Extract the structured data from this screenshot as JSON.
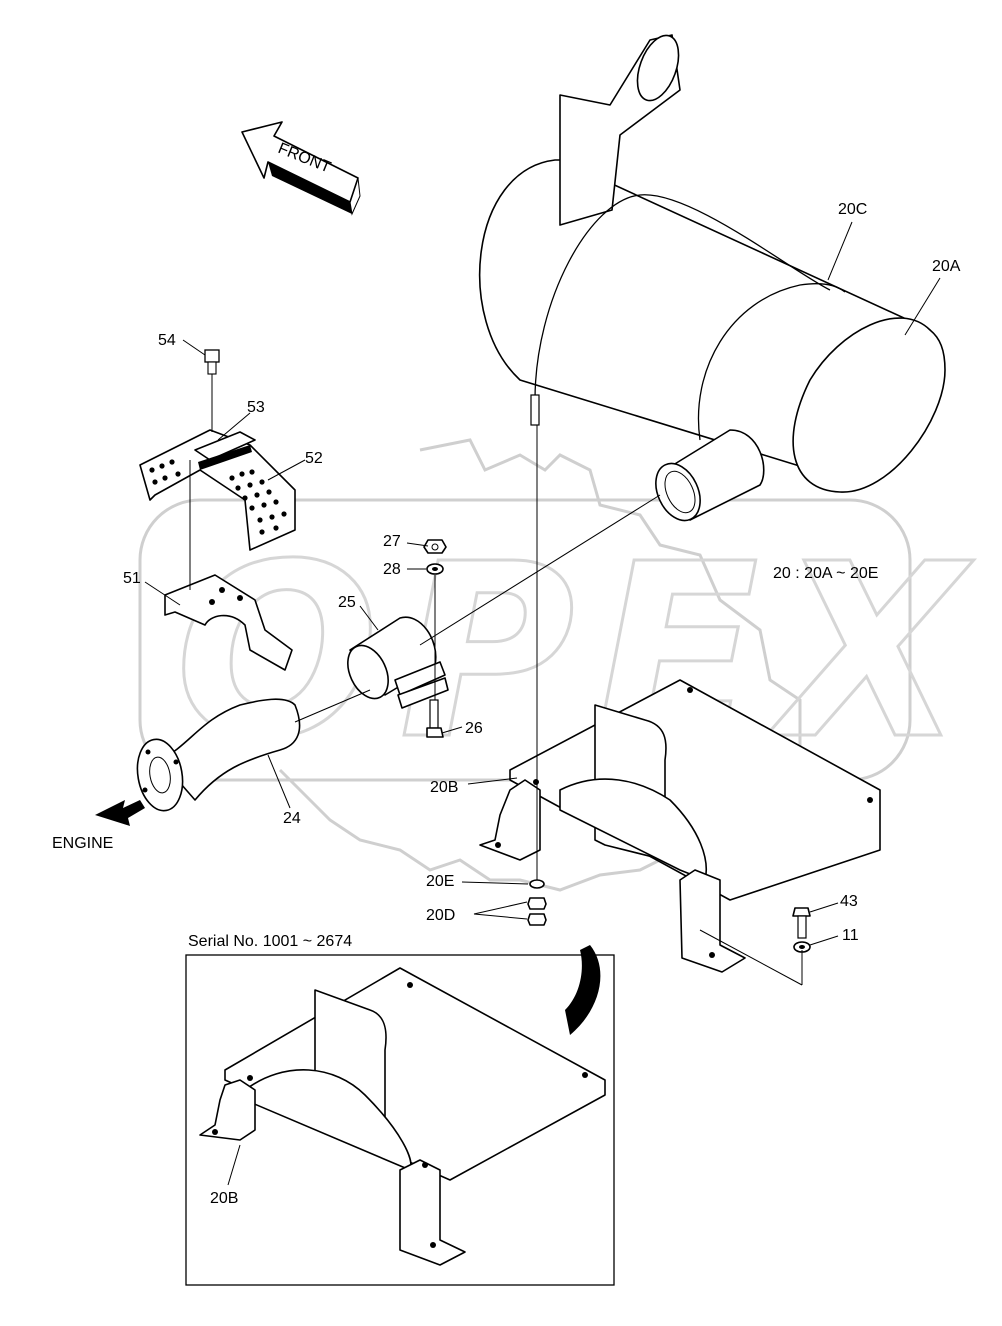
{
  "direction_arrow": {
    "label": "FRONT"
  },
  "engine_arrow": {
    "label": "ENGINE"
  },
  "kit_note": "20 : 20A ~ 20E",
  "inset": {
    "title": "Serial No. 1001 ~ 2674",
    "part_label": "20B"
  },
  "watermark": {
    "text": "OPEX"
  },
  "parts": {
    "p54": "54",
    "p53": "53",
    "p52": "52",
    "p51": "51",
    "p27": "27",
    "p28": "28",
    "p25": "25",
    "p26": "26",
    "p24": "24",
    "p20C": "20C",
    "p20A": "20A",
    "p20B": "20B",
    "p20E": "20E",
    "p20D": "20D",
    "p43": "43",
    "p11": "11"
  }
}
